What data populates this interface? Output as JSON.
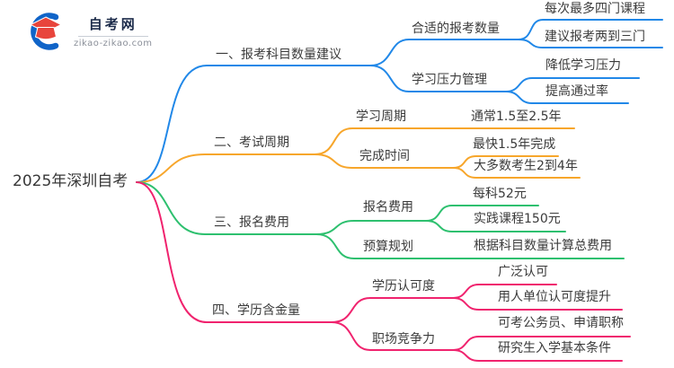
{
  "logo": {
    "title": "自考网",
    "domain": "zikao-zikao.com"
  },
  "root": {
    "label": "2025年深圳自考"
  },
  "colors": {
    "branch1": "#2188e8",
    "branch2": "#f7a62b",
    "branch3": "#2ec06f",
    "branch4": "#f0236e",
    "text": "#3b3b3b",
    "logo_red": "#e8453c",
    "logo_blue": "#1064c8"
  },
  "branches": [
    {
      "label": "一、报考科目数量建议",
      "color": "#2188e8",
      "children": [
        {
          "label": "合适的报考数量",
          "children": [
            {
              "label": "每次最多四门课程"
            },
            {
              "label": "建议报考两到三门"
            }
          ]
        },
        {
          "label": "学习压力管理",
          "children": [
            {
              "label": "降低学习压力"
            },
            {
              "label": "提高通过率"
            }
          ]
        }
      ]
    },
    {
      "label": "二、考试周期",
      "color": "#f7a62b",
      "children": [
        {
          "label": "学习周期",
          "children": [
            {
              "label": "通常1.5至2.5年"
            }
          ]
        },
        {
          "label": "完成时间",
          "children": [
            {
              "label": "最快1.5年完成"
            },
            {
              "label": "大多数考生2到4年"
            }
          ]
        }
      ]
    },
    {
      "label": "三、报名费用",
      "color": "#2ec06f",
      "children": [
        {
          "label": "报名费用",
          "children": [
            {
              "label": "每科52元"
            },
            {
              "label": "实践课程150元"
            }
          ]
        },
        {
          "label": "预算规划",
          "children": [
            {
              "label": "根据科目数量计算总费用"
            }
          ]
        }
      ]
    },
    {
      "label": "四、学历含金量",
      "color": "#f0236e",
      "children": [
        {
          "label": "学历认可度",
          "children": [
            {
              "label": "广泛认可"
            },
            {
              "label": "用人单位认可度提升"
            }
          ]
        },
        {
          "label": "职场竞争力",
          "children": [
            {
              "label": "可考公务员、申请职称"
            },
            {
              "label": "研究生入学基本条件"
            }
          ]
        }
      ]
    }
  ]
}
